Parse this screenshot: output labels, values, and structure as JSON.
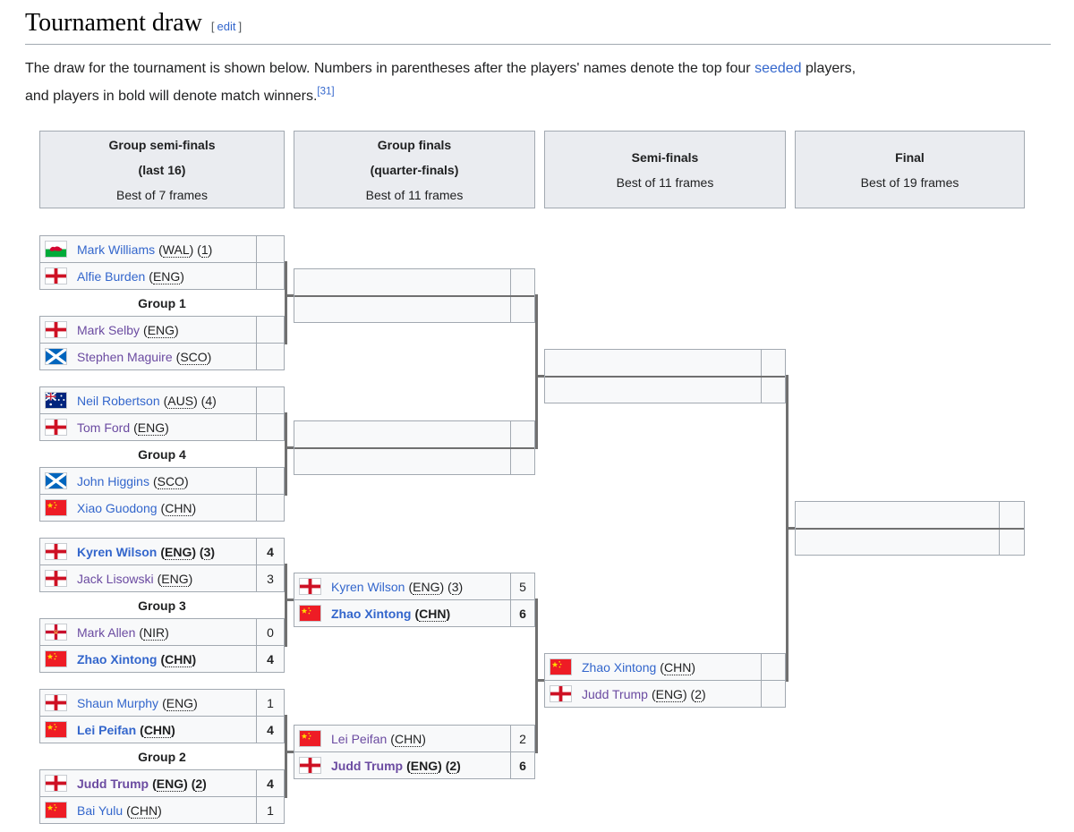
{
  "page": {
    "title": "Tournament draw",
    "edit": {
      "open": "[",
      "label": "edit",
      "close": "]"
    },
    "intro": {
      "line1_before_link": "The draw for the tournament is shown below. Numbers in parentheses after the players' names denote the top four ",
      "link_text": "seeded",
      "line1_after_link": " players,",
      "line2": "and players in bold will denote match winners.",
      "ref": "[31]"
    }
  },
  "colors": {
    "link_blue": "#3366cc",
    "link_visited": "#6b4ba1",
    "text": "#202122",
    "cell_bg": "#f8f9fa",
    "header_bg": "#eaecf0",
    "border": "#a2a9b1",
    "connector": "#707070"
  },
  "headers": [
    {
      "title_lines": [
        "Group semi-finals",
        "(last 16)"
      ],
      "subtitle": "Best of 7 frames"
    },
    {
      "title_lines": [
        "Group finals",
        "(quarter-finals)"
      ],
      "subtitle": "Best of 11 frames"
    },
    {
      "title_lines": [
        "Semi-finals"
      ],
      "subtitle": "Best of 11 frames"
    },
    {
      "title_lines": [
        "Final"
      ],
      "subtitle": "Best of 19 frames"
    }
  ],
  "group_labels": [
    "Group 1",
    "Group 4",
    "Group 3",
    "Group 2"
  ],
  "rounds": {
    "round1": [
      {
        "players": [
          {
            "name": "Mark Williams",
            "flag": "WAL",
            "nat": "WAL",
            "seed": "1",
            "visited": false,
            "winner": false,
            "score": ""
          },
          {
            "name": "Alfie Burden",
            "flag": "ENG",
            "nat": "ENG",
            "seed": null,
            "visited": false,
            "winner": false,
            "score": ""
          }
        ]
      },
      {
        "players": [
          {
            "name": "Mark Selby",
            "flag": "ENG",
            "nat": "ENG",
            "seed": null,
            "visited": true,
            "winner": false,
            "score": ""
          },
          {
            "name": "Stephen Maguire",
            "flag": "SCO",
            "nat": "SCO",
            "seed": null,
            "visited": true,
            "winner": false,
            "score": ""
          }
        ]
      },
      {
        "players": [
          {
            "name": "Neil Robertson",
            "flag": "AUS",
            "nat": "AUS",
            "seed": "4",
            "visited": false,
            "winner": false,
            "score": ""
          },
          {
            "name": "Tom Ford",
            "flag": "ENG",
            "nat": "ENG",
            "seed": null,
            "visited": true,
            "winner": false,
            "score": ""
          }
        ]
      },
      {
        "players": [
          {
            "name": "John Higgins",
            "flag": "SCO",
            "nat": "SCO",
            "seed": null,
            "visited": false,
            "winner": false,
            "score": ""
          },
          {
            "name": "Xiao Guodong",
            "flag": "CHN",
            "nat": "CHN",
            "seed": null,
            "visited": false,
            "winner": false,
            "score": ""
          }
        ]
      },
      {
        "players": [
          {
            "name": "Kyren Wilson",
            "flag": "ENG",
            "nat": "ENG",
            "seed": "3",
            "visited": false,
            "winner": true,
            "score": "4"
          },
          {
            "name": "Jack Lisowski",
            "flag": "ENG",
            "nat": "ENG",
            "seed": null,
            "visited": true,
            "winner": false,
            "score": "3"
          }
        ]
      },
      {
        "players": [
          {
            "name": "Mark Allen",
            "flag": "NIR",
            "nat": "NIR",
            "seed": null,
            "visited": true,
            "winner": false,
            "score": "0"
          },
          {
            "name": "Zhao Xintong",
            "flag": "CHN",
            "nat": "CHN",
            "seed": null,
            "visited": false,
            "winner": true,
            "score": "4"
          }
        ]
      },
      {
        "players": [
          {
            "name": "Shaun Murphy",
            "flag": "ENG",
            "nat": "ENG",
            "seed": null,
            "visited": false,
            "winner": false,
            "score": "1"
          },
          {
            "name": "Lei Peifan",
            "flag": "CHN",
            "nat": "CHN",
            "seed": null,
            "visited": false,
            "winner": true,
            "score": "4"
          }
        ]
      },
      {
        "players": [
          {
            "name": "Judd Trump",
            "flag": "ENG",
            "nat": "ENG",
            "seed": "2",
            "visited": true,
            "winner": true,
            "score": "4"
          },
          {
            "name": "Bai Yulu",
            "flag": "CHN",
            "nat": "CHN",
            "seed": null,
            "visited": false,
            "winner": false,
            "score": "1"
          }
        ]
      }
    ],
    "quarterfinals": [
      {
        "players": null
      },
      {
        "players": null
      },
      {
        "players": [
          {
            "name": "Kyren Wilson",
            "flag": "ENG",
            "nat": "ENG",
            "seed": "3",
            "visited": false,
            "winner": false,
            "score": "5"
          },
          {
            "name": "Zhao Xintong",
            "flag": "CHN",
            "nat": "CHN",
            "seed": null,
            "visited": false,
            "winner": true,
            "score": "6"
          }
        ]
      },
      {
        "players": [
          {
            "name": "Lei Peifan",
            "flag": "CHN",
            "nat": "CHN",
            "seed": null,
            "visited": true,
            "winner": false,
            "score": "2"
          },
          {
            "name": "Judd Trump",
            "flag": "ENG",
            "nat": "ENG",
            "seed": "2",
            "visited": true,
            "winner": true,
            "score": "6"
          }
        ]
      }
    ],
    "semifinals": [
      {
        "players": null
      },
      {
        "players": [
          {
            "name": "Zhao Xintong",
            "flag": "CHN",
            "nat": "CHN",
            "seed": null,
            "visited": false,
            "winner": false,
            "score": ""
          },
          {
            "name": "Judd Trump",
            "flag": "ENG",
            "nat": "ENG",
            "seed": "2",
            "visited": true,
            "winner": false,
            "score": ""
          }
        ]
      }
    ],
    "final": [
      {
        "players": null
      }
    ]
  }
}
